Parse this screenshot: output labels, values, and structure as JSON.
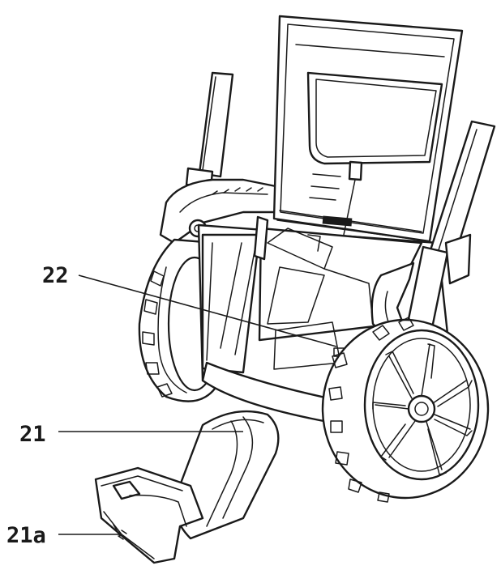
{
  "callouts": [
    {
      "id": "22",
      "label": "22"
    },
    {
      "id": "21",
      "label": "21"
    },
    {
      "id": "21a",
      "label": "21a"
    }
  ],
  "colors": {
    "ink": "#1a1a1a",
    "paper": "#ffffff"
  }
}
